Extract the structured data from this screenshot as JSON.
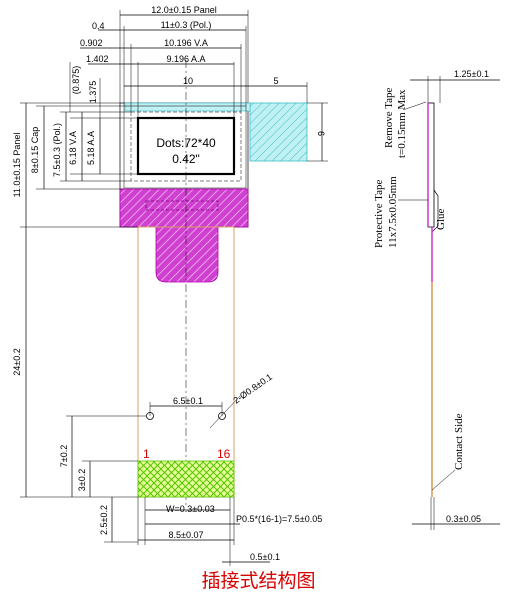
{
  "title": "插接式结构图",
  "display": {
    "dots": "Dots:72*40",
    "size": "0.42\""
  },
  "top_dims": {
    "panel_width": "12.0±0.15 Panel",
    "pol_width": "11±0.3 (Pol.)",
    "va_width": "10.196 V.A",
    "aa_width": "9.196 A.A",
    "d04": "0.4",
    "d0902": "0.902",
    "d1402": "1.402",
    "d10": "10",
    "d5": "5",
    "d6": "6"
  },
  "left_dims": {
    "panel_height": "11.0±0.15 Panel",
    "cap_height": "8±0.15 Cap",
    "pol_height": "7.5±0.3 (Pol.)",
    "va_height": "6.18 V.A",
    "aa_height": "5.18 A.A",
    "d0875": "(0.875)",
    "d1375": "1.375",
    "fpc_length": "24±0.2",
    "d7": "7±0.2",
    "d3": "3±0.2",
    "d25": "2.5±0.2"
  },
  "bottom_dims": {
    "hole_pitch": "6.5±0.1",
    "holes": "2-Ø0.8±0.1",
    "pin1": "1",
    "pin16": "16",
    "width": "W=0.3±0.03",
    "pitch": "P0.5*(16-1)=7.5±0.05",
    "total": "8.5±0.07",
    "d05": "0.5±0.1"
  },
  "side_view": {
    "thickness": "1.25±0.1",
    "remove_tape_1": "Remove Tape",
    "remove_tape_2": "t=0.15mm Max",
    "protective_1": "Protective Tape",
    "protective_2": "11x7.5x0.05mm",
    "glue": "Glue",
    "contact": "Contact Side",
    "fpc_thickness": "0.3±0.05"
  },
  "colors": {
    "magenta": "#d040d0",
    "cyan": "#3bbcc8",
    "green": "#55c400",
    "fpc": "#d9a060",
    "red": "#d80000"
  }
}
